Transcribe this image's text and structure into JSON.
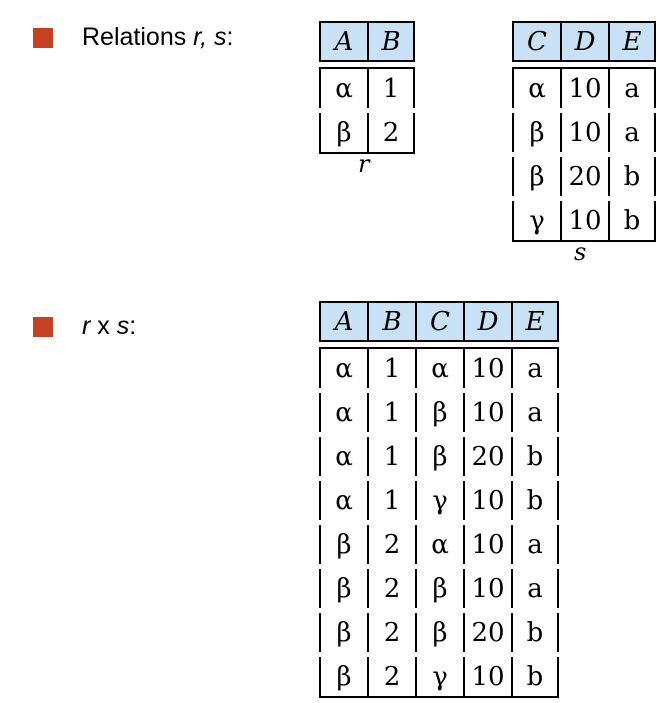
{
  "bullets": [
    {
      "plain": "Relations ",
      "italic": "r, s",
      "tail": ":"
    },
    {
      "plain": "",
      "italic": "r",
      "tail": " x ",
      "italic2": "s",
      "tail2": ":"
    }
  ],
  "colors": {
    "bullet": "#c8401f",
    "header_bg": "#c8e1f4"
  },
  "relations": {
    "r": {
      "caption": "r",
      "columns": [
        "A",
        "B"
      ],
      "rows": [
        [
          "α",
          "1"
        ],
        [
          "β",
          "2"
        ]
      ]
    },
    "s": {
      "caption": "s",
      "columns": [
        "C",
        "D",
        "E"
      ],
      "rows": [
        [
          "α",
          "10",
          "a"
        ],
        [
          "β",
          "10",
          "a"
        ],
        [
          "β",
          "20",
          "b"
        ],
        [
          "γ",
          "10",
          "b"
        ]
      ]
    },
    "rxs": {
      "columns": [
        "A",
        "B",
        "C",
        "D",
        "E"
      ],
      "rows": [
        [
          "α",
          "1",
          "α",
          "10",
          "a"
        ],
        [
          "α",
          "1",
          "β",
          "10",
          "a"
        ],
        [
          "α",
          "1",
          "β",
          "20",
          "b"
        ],
        [
          "α",
          "1",
          "γ",
          "10",
          "b"
        ],
        [
          "β",
          "2",
          "α",
          "10",
          "a"
        ],
        [
          "β",
          "2",
          "β",
          "10",
          "a"
        ],
        [
          "β",
          "2",
          "β",
          "20",
          "b"
        ],
        [
          "β",
          "2",
          "γ",
          "10",
          "b"
        ]
      ]
    }
  }
}
